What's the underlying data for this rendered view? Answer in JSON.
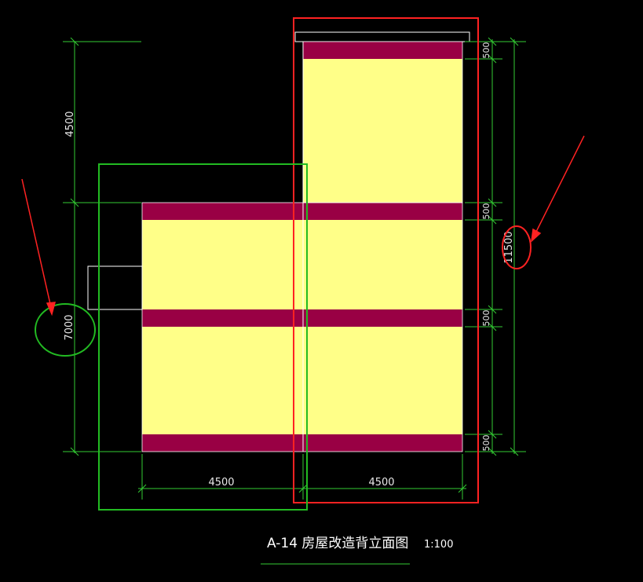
{
  "drawing": {
    "title": "A-14 房屋改造背立面图",
    "scale": "1:100"
  },
  "dimensions": {
    "left_upper": "4500",
    "left_lower": "7000",
    "right_total": "11500",
    "bottom_left": "4500",
    "bottom_right": "4500",
    "band_1": "500",
    "band_2": "500",
    "band_3": "500",
    "band_4": "500"
  },
  "colors": {
    "wall": "#ffff88",
    "band": "#990044",
    "dimension_line": "#33cc33",
    "highlight_red": "#ff2222",
    "highlight_green": "#22bb22",
    "background": "#000000"
  }
}
